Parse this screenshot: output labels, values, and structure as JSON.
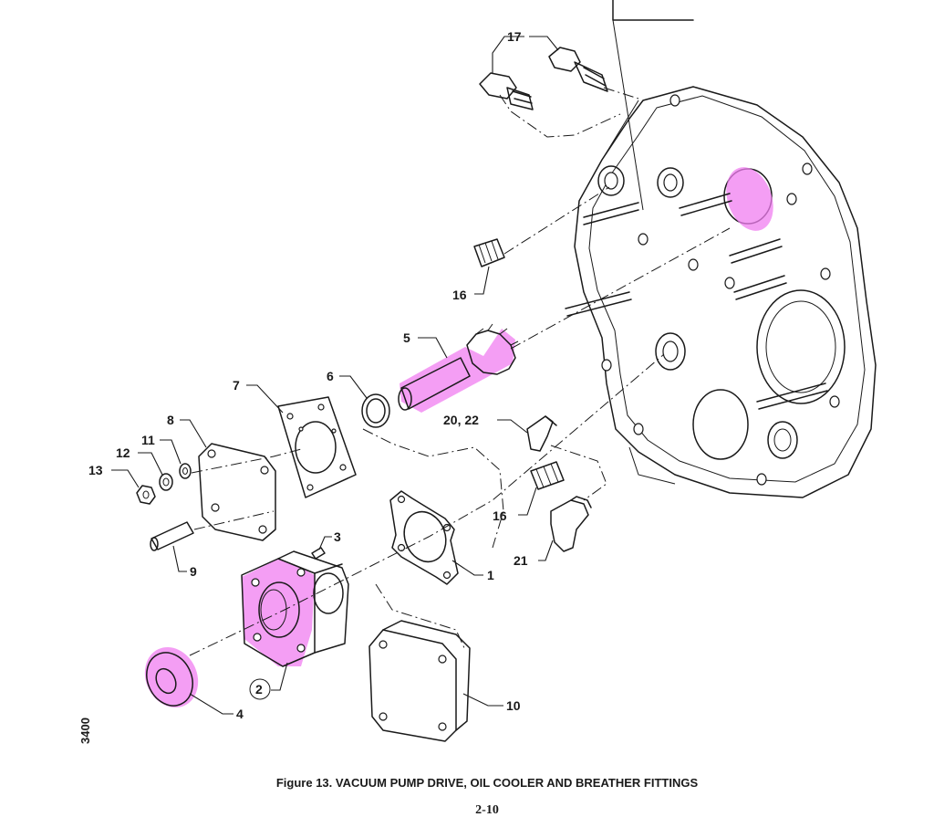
{
  "figure": {
    "caption": "Figure 13. VACUUM PUMP DRIVE, OIL COOLER AND BREATHER FITTINGS",
    "page_number": "2-10",
    "drawing_number": "3400"
  },
  "callouts": {
    "c1": "1",
    "c2": "2",
    "c3": "3",
    "c4": "4",
    "c5": "5",
    "c6": "6",
    "c7": "7",
    "c8": "8",
    "c9": "9",
    "c10": "10",
    "c11": "11",
    "c12": "12",
    "c13": "13",
    "c16a": "16",
    "c16b": "16",
    "c17": "17",
    "c20_22": "20, 22",
    "c21": "21"
  },
  "highlight_color": "#f07df0",
  "line_color": "#1a1a1a"
}
